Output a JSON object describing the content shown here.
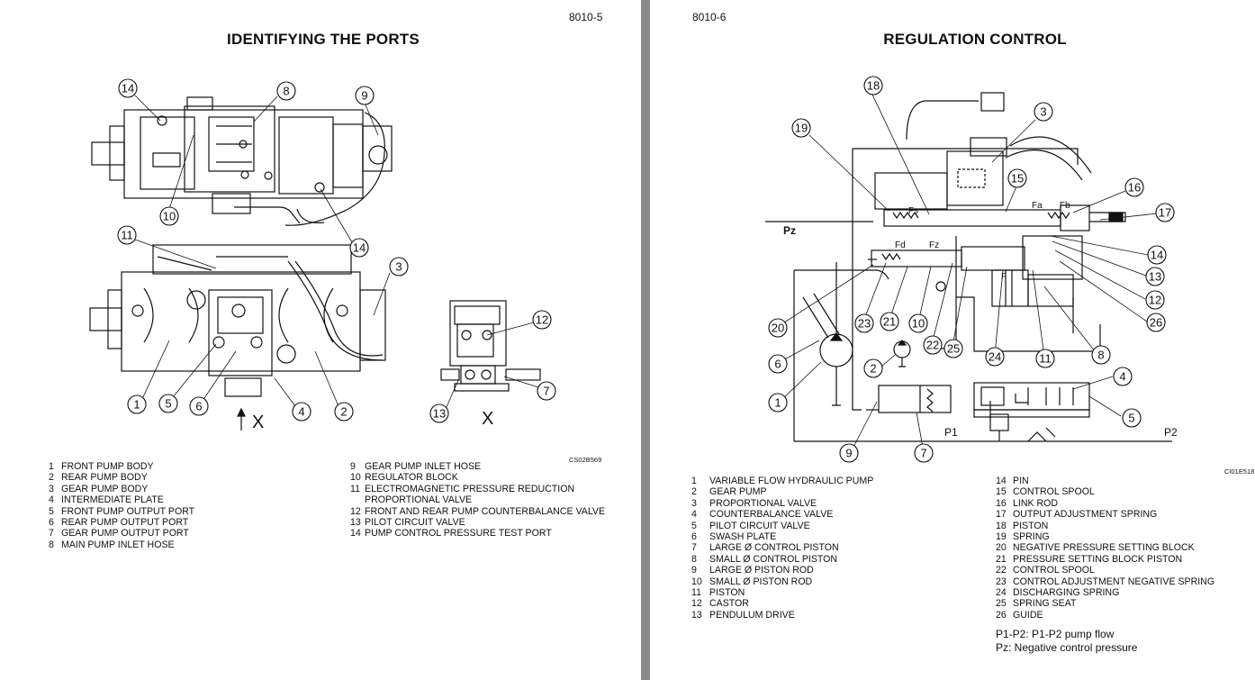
{
  "left": {
    "page_number": "8010-5",
    "title": "IDENTIFYING THE PORTS",
    "figure_code": "CS02B569",
    "view_marks": [
      "X",
      "X"
    ],
    "callouts_top": [
      "14",
      "8",
      "9",
      "10",
      "14"
    ],
    "callouts_front": [
      "11",
      "3",
      "1",
      "5",
      "6",
      "4",
      "2"
    ],
    "callouts_side": [
      "12",
      "7",
      "13"
    ],
    "legend_col1": [
      {
        "n": "1",
        "t": "FRONT PUMP BODY"
      },
      {
        "n": "2",
        "t": "REAR PUMP BODY"
      },
      {
        "n": "3",
        "t": "GEAR PUMP BODY"
      },
      {
        "n": "4",
        "t": "INTERMEDIATE PLATE"
      },
      {
        "n": "5",
        "t": "FRONT PUMP OUTPUT PORT"
      },
      {
        "n": "6",
        "t": "REAR PUMP OUTPUT PORT"
      },
      {
        "n": "7",
        "t": "GEAR PUMP OUTPUT PORT"
      },
      {
        "n": "8",
        "t": "MAIN PUMP INLET HOSE"
      }
    ],
    "legend_col2": [
      {
        "n": "9",
        "t": "GEAR PUMP INLET HOSE"
      },
      {
        "n": "10",
        "t": "REGULATOR BLOCK"
      },
      {
        "n": "11",
        "t": "ELECTROMAGNETIC PRESSURE REDUCTION\nPROPORTIONAL VALVE"
      },
      {
        "n": "12",
        "t": "FRONT AND REAR PUMP COUNTERBALANCE VALVE"
      },
      {
        "n": "13",
        "t": "PILOT CIRCUIT VALVE"
      },
      {
        "n": "14",
        "t": "PUMP CONTROL PRESSURE TEST PORT"
      }
    ]
  },
  "right": {
    "page_number": "8010-6",
    "title": "REGULATION CONTROL",
    "figure_code": "CI01E518",
    "diagram_labels": {
      "pz": "Pz",
      "p1": "P1",
      "p2": "P2",
      "fs": "Fs",
      "fa": "Fa",
      "fb": "Fb",
      "fd": "Fd",
      "fz": "Fz",
      "f": "F"
    },
    "callouts": [
      "18",
      "3",
      "19",
      "15",
      "16",
      "17",
      "14",
      "13",
      "12",
      "26",
      "8",
      "11",
      "24",
      "25",
      "22",
      "10",
      "21",
      "23",
      "20",
      "6",
      "2",
      "1",
      "9",
      "7",
      "4",
      "5"
    ],
    "legend_col1": [
      {
        "n": "1",
        "t": "VARIABLE FLOW HYDRAULIC PUMP"
      },
      {
        "n": "2",
        "t": "GEAR PUMP"
      },
      {
        "n": "3",
        "t": "PROPORTIONAL VALVE"
      },
      {
        "n": "4",
        "t": "COUNTERBALANCE VALVE"
      },
      {
        "n": "5",
        "t": "PILOT CIRCUIT VALVE"
      },
      {
        "n": "6",
        "t": "SWASH PLATE"
      },
      {
        "n": "7",
        "t": "LARGE Ø CONTROL PISTON"
      },
      {
        "n": "8",
        "t": "SMALL Ø CONTROL PISTON"
      },
      {
        "n": "9",
        "t": "LARGE Ø PISTON ROD"
      },
      {
        "n": "10",
        "t": "SMALL Ø PISTON ROD"
      },
      {
        "n": "11",
        "t": "PISTON"
      },
      {
        "n": "12",
        "t": "CASTOR"
      },
      {
        "n": "13",
        "t": "PENDULUM DRIVE"
      }
    ],
    "legend_col2": [
      {
        "n": "14",
        "t": "PIN"
      },
      {
        "n": "15",
        "t": "CONTROL SPOOL"
      },
      {
        "n": "16",
        "t": "LINK ROD"
      },
      {
        "n": "17",
        "t": "OUTPUT ADJUSTMENT SPRING"
      },
      {
        "n": "18",
        "t": "PISTON"
      },
      {
        "n": "19",
        "t": "SPRING"
      },
      {
        "n": "20",
        "t": "NEGATIVE PRESSURE SETTING BLOCK"
      },
      {
        "n": "21",
        "t": "PRESSURE SETTING BLOCK PISTON"
      },
      {
        "n": "22",
        "t": "CONTROL SPOOL"
      },
      {
        "n": "23",
        "t": "CONTROL ADJUSTMENT NEGATIVE SPRING"
      },
      {
        "n": "24",
        "t": "DISCHARGING SPRING"
      },
      {
        "n": "25",
        "t": "SPRING SEAT"
      },
      {
        "n": "26",
        "t": "GUIDE"
      }
    ],
    "notes": [
      "P1-P2: P1-P2 pump flow",
      "Pz: Negative control pressure"
    ]
  }
}
